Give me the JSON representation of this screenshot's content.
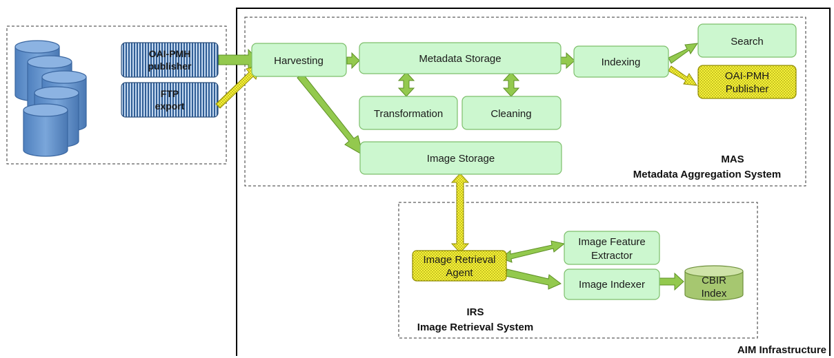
{
  "colors": {
    "box_green": "#ccf7cf",
    "box_green_border": "#7dbf6b",
    "arrow_green": "#93c94e",
    "arrow_green_border": "#5d8f24",
    "yellow": "#f4f030",
    "db_blue": "#5d8ec8",
    "cbir_green": "#a6c770"
  },
  "sources": {
    "oai_pmh": [
      "OAI-PMH",
      "publisher"
    ],
    "ftp": [
      "FTP",
      "export"
    ]
  },
  "mas": {
    "harvesting": "Harvesting",
    "metadata_storage": "Metadata Storage",
    "transformation": "Transformation",
    "cleaning": "Cleaning",
    "indexing": "Indexing",
    "search": "Search",
    "oai_publisher": [
      "OAI-PMH",
      "Publisher"
    ],
    "image_storage": "Image Storage",
    "caption": [
      "MAS",
      "Metadata Aggregation System"
    ]
  },
  "irs": {
    "retrieval_agent": [
      "Image Retrieval",
      "Agent"
    ],
    "feature_extractor": [
      "Image Feature",
      "Extractor"
    ],
    "indexer": "Image Indexer",
    "cbir_index": [
      "CBIR",
      "Index"
    ],
    "caption": [
      "IRS",
      "Image Retrieval System"
    ]
  },
  "infrastructure_label": "AIM Infrastructure"
}
